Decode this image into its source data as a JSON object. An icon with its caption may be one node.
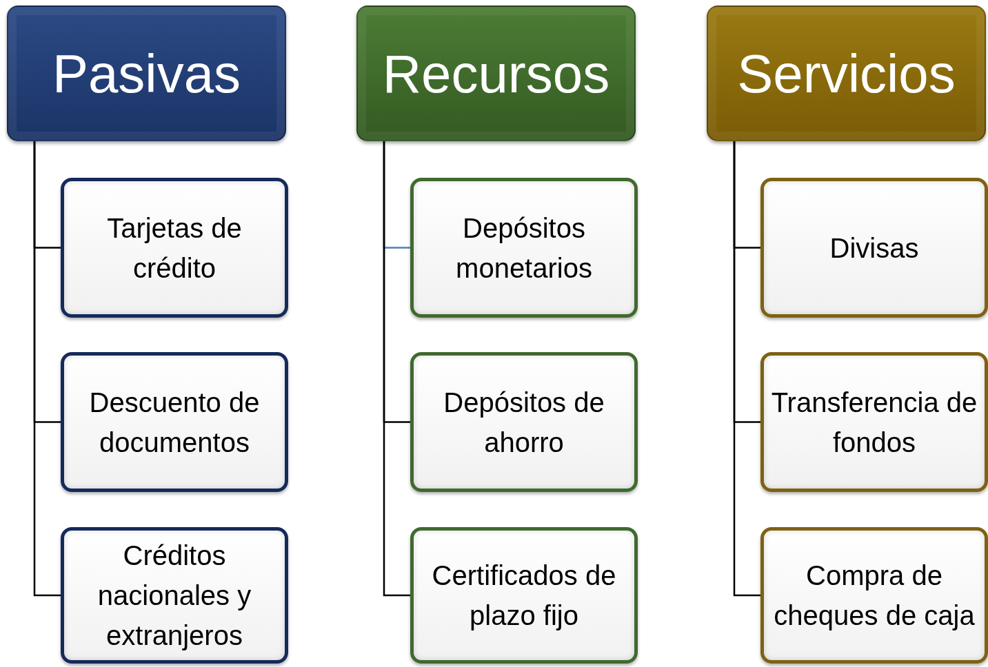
{
  "diagram": {
    "nodes": [
      {
        "text": [
          "Pasivas"
        ]
      },
      {
        "text": [
          "Tarjetas de crédito"
        ]
      },
      {
        "text": [
          "Descuento de documentos"
        ]
      },
      {
        "text": [
          "Créditos nacionales y extranjeros"
        ]
      },
      {
        "text": [
          "Recursos"
        ]
      },
      {
        "text": [
          "Depósitos monetarios"
        ]
      },
      {
        "text": [
          "Depósitos de ahorro"
        ]
      },
      {
        "text": [
          "Certificados de plazo fijo"
        ]
      },
      {
        "text": [
          "Servicios"
        ]
      },
      {
        "text": [
          "Divisas"
        ]
      },
      {
        "text": [
          "Transferencia de fondos"
        ]
      },
      {
        "text": [
          "Compra de cheques de caja"
        ]
      }
    ],
    "edges": [
      {
        "from": 0,
        "to": 1,
        "arrow": "none"
      },
      {
        "from": 0,
        "to": 2,
        "arrow": "none"
      },
      {
        "from": 0,
        "to": 3,
        "arrow": "none"
      },
      {
        "from": 4,
        "to": 5,
        "arrow": "none",
        "color": "#4f81bd"
      },
      {
        "from": 4,
        "to": 6,
        "arrow": "none"
      },
      {
        "from": 4,
        "to": 7,
        "arrow": "none"
      },
      {
        "from": 8,
        "to": 9,
        "arrow": "none"
      },
      {
        "from": 8,
        "to": 10,
        "arrow": "none"
      },
      {
        "from": 8,
        "to": 11,
        "arrow": "none"
      }
    ]
  }
}
